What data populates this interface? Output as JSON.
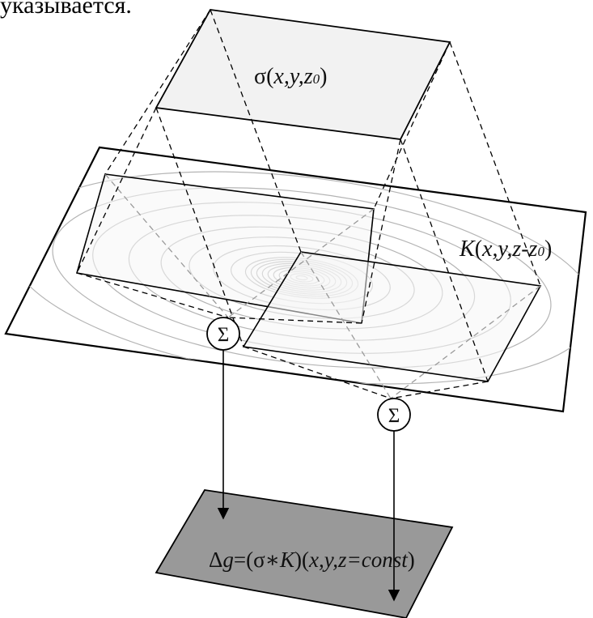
{
  "header_fragment": "указывается.",
  "labels": {
    "sigma_func": "σ",
    "sigma_args_open": "(",
    "sigma_args": "x,y,z",
    "sigma_sub": "0",
    "sigma_close": ")",
    "kernel_name": "K",
    "kernel_open": "(",
    "kernel_args": "x,y,z-z",
    "kernel_sub": "0",
    "kernel_close": ")",
    "result_delta": "Δ",
    "result_g": "g",
    "result_eq_open": "=(σ∗",
    "result_K": "K",
    "result_mid": ")(",
    "result_args": "x,y,z=const",
    "result_close": ")",
    "sum_symbol_1": "Σ",
    "sum_symbol_2": "Σ"
  },
  "colors": {
    "sigma_plane_fill": "#f2f2f2",
    "inner_plane_fill": "#f5f5f5",
    "result_plane_fill": "#999999",
    "contour_stroke": "#b4b4b4",
    "line_stroke": "#000000"
  }
}
